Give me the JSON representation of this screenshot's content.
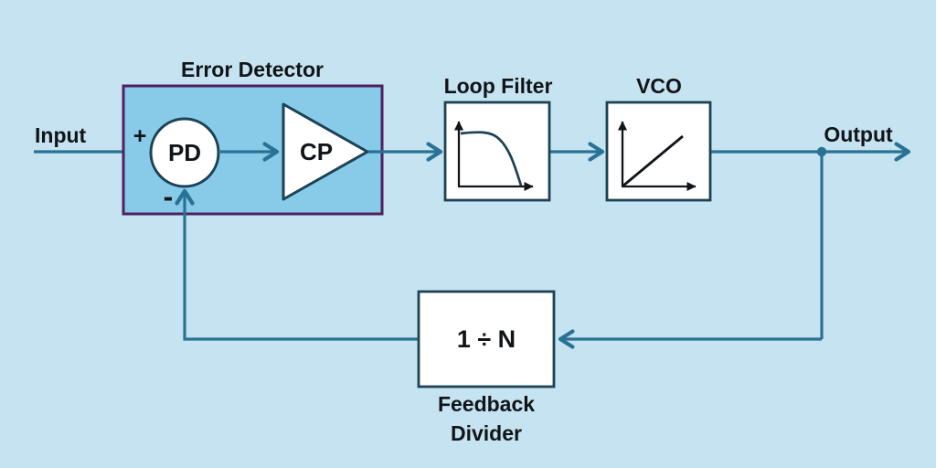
{
  "diagram": {
    "type": "pll-block-diagram",
    "input_label": "Input",
    "output_label": "Output",
    "error_detector": {
      "title": "Error Detector",
      "plus_sign": "+",
      "minus_sign": "-",
      "phase_detector_label": "PD",
      "charge_pump_label": "CP"
    },
    "loop_filter": {
      "title": "Loop Filter"
    },
    "vco": {
      "title": "VCO"
    },
    "feedback_divider": {
      "value": "1 ÷ N",
      "caption_line1": "Feedback",
      "caption_line2": "Divider"
    }
  },
  "colors": {
    "background": "#c5e3f0",
    "signal_line": "#2a7294",
    "error_detector_fill": "#87cbe9",
    "error_detector_border": "#4f2160",
    "shape_border": "#1c4254",
    "shape_fill": "#ffffff",
    "inner_plot_stroke": "#111418",
    "text": "#111418"
  }
}
